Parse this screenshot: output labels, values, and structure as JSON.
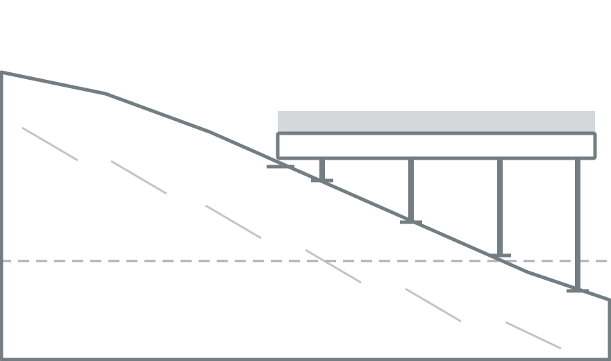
{
  "diagram": {
    "kind": "slope-platform-cross-section",
    "colors": {
      "background": "#ffffff",
      "structure_stroke": "#737d82",
      "deck_shadow": "#d4d8da",
      "hatch_stroke": "#c4c4c4",
      "water_line": "#b0b0b0"
    },
    "elements": {
      "ground_profile": "ground-profile",
      "deck_surface": "deck-surface",
      "deck_beam": "deck-beam",
      "support_posts": 5,
      "slope_hatching": 6,
      "water_level_line": "dashed"
    }
  }
}
